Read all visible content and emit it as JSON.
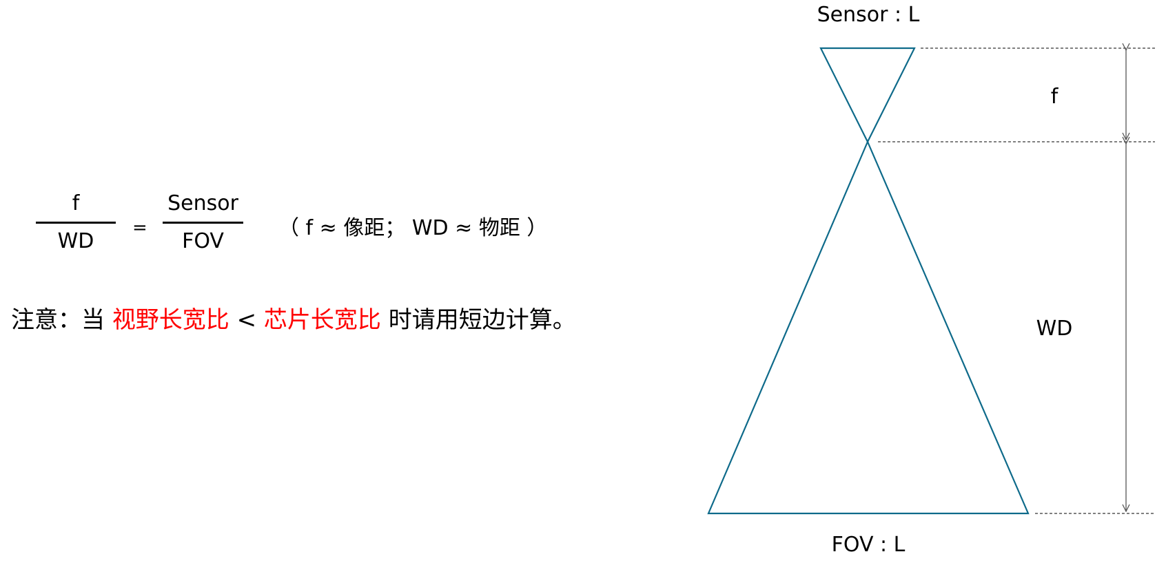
{
  "formula": {
    "f": "f",
    "wd": "WD",
    "equals": "=",
    "sensor": "Sensor",
    "fov": "FOV",
    "note": "（ f ≈ 像距； WD ≈ 物距 ）"
  },
  "note": {
    "prefix": "注意：当 ",
    "term1": "视野长宽比",
    "lt": " < ",
    "term2": "芯片长宽比",
    "suffix": " 时请用短边计算。"
  },
  "diagram": {
    "sensor_label": "Sensor : L",
    "fov_label": "FOV : L",
    "f_label": "f",
    "wd_label": "WD"
  },
  "colors": {
    "cone": "#0e6a8a",
    "highlight": "#ff0000",
    "dim_line": "#555555"
  }
}
